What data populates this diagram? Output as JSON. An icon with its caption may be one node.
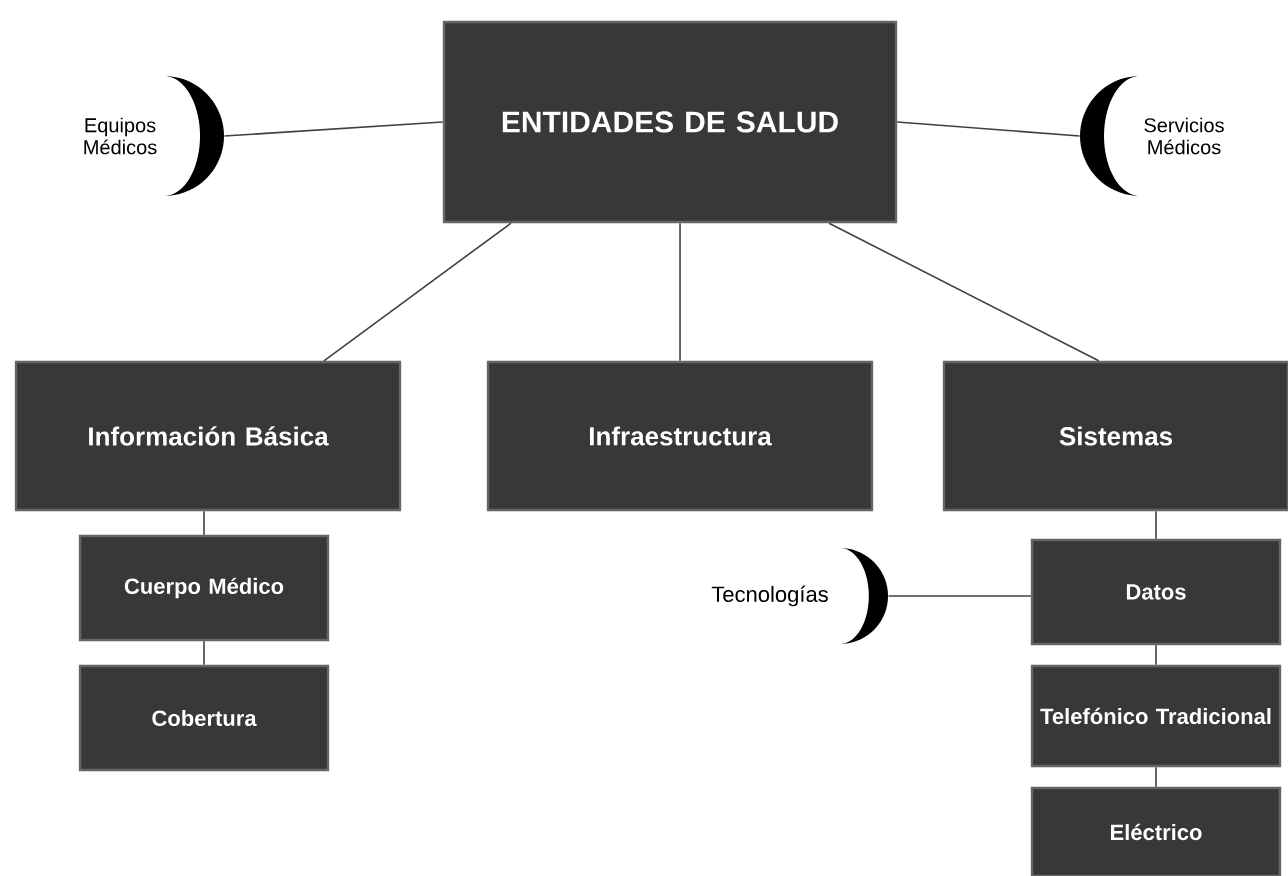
{
  "diagram": {
    "nodes": [
      {
        "text": [
          "ENTIDADES DE SALUD"
        ]
      },
      {
        "text": [
          "Equipos Médicos"
        ]
      },
      {
        "text": [
          "Servicios Médicos"
        ]
      },
      {
        "text": [
          "Información Básica"
        ]
      },
      {
        "text": [
          "Infraestructura"
        ]
      },
      {
        "text": [
          "Sistemas"
        ]
      },
      {
        "text": [
          "Cuerpo Médico"
        ]
      },
      {
        "text": [
          "Cobertura"
        ]
      },
      {
        "text": [
          "Tecnologías"
        ]
      },
      {
        "text": [
          "Datos"
        ]
      },
      {
        "text": [
          "Telefónico Tradicional"
        ]
      },
      {
        "text": [
          "Eléctrico"
        ]
      }
    ],
    "edges": [
      {
        "from": 0,
        "to": 1,
        "arrow": "none"
      },
      {
        "from": 0,
        "to": 2,
        "arrow": "none"
      },
      {
        "from": 0,
        "to": 3,
        "arrow": "none"
      },
      {
        "from": 0,
        "to": 4,
        "arrow": "none"
      },
      {
        "from": 0,
        "to": 5,
        "arrow": "none"
      },
      {
        "from": 3,
        "to": 6,
        "arrow": "none"
      },
      {
        "from": 6,
        "to": 7,
        "arrow": "none"
      },
      {
        "from": 5,
        "to": 9,
        "arrow": "none"
      },
      {
        "from": 9,
        "to": 10,
        "arrow": "none"
      },
      {
        "from": 10,
        "to": 11,
        "arrow": "none"
      },
      {
        "from": 8,
        "to": 9,
        "arrow": "none"
      }
    ]
  }
}
